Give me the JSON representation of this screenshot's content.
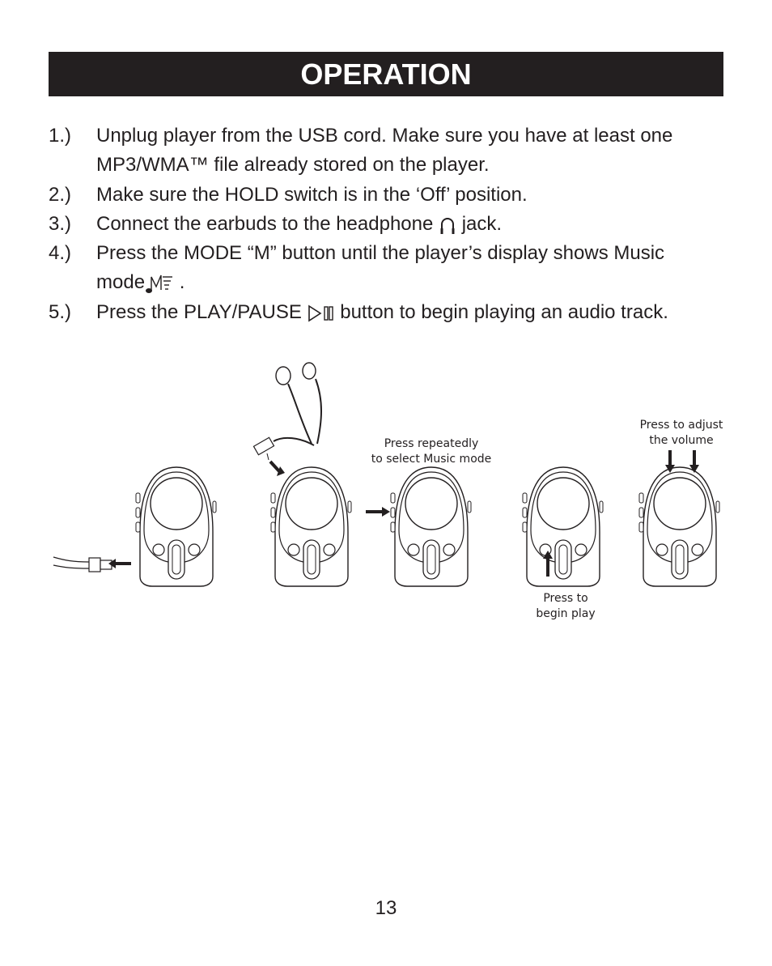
{
  "title": "OPERATION",
  "steps": [
    {
      "num": "1.)",
      "line1": "Unplug player from the USB cord.  Make sure you have at least one",
      "line2": "MP3/WMA™ file already stored on the player."
    },
    {
      "num": "2.)",
      "line1": "Make sure the HOLD switch is in the ‘Off’ position."
    },
    {
      "num": "3.)",
      "before": "Connect the earbuds to the headphone",
      "after": "jack.",
      "icon": "headphone-icon"
    },
    {
      "num": "4.)",
      "line1": "Press the MODE “M” button until the player’s display shows Music",
      "line2_before": "mode",
      "line2_after": ".",
      "icon": "music-mode-icon"
    },
    {
      "num": "5.)",
      "before": "Press the PLAY/PAUSE",
      "after": "button to begin playing an audio track.",
      "icon": "play-pause-icon"
    }
  ],
  "captions": {
    "select_music": [
      "Press repeatedly",
      "to select Music mode"
    ],
    "adjust_volume": [
      "Press to adjust",
      "the volume"
    ],
    "begin_play": [
      "Press to",
      "begin play"
    ]
  },
  "page_number": "13"
}
